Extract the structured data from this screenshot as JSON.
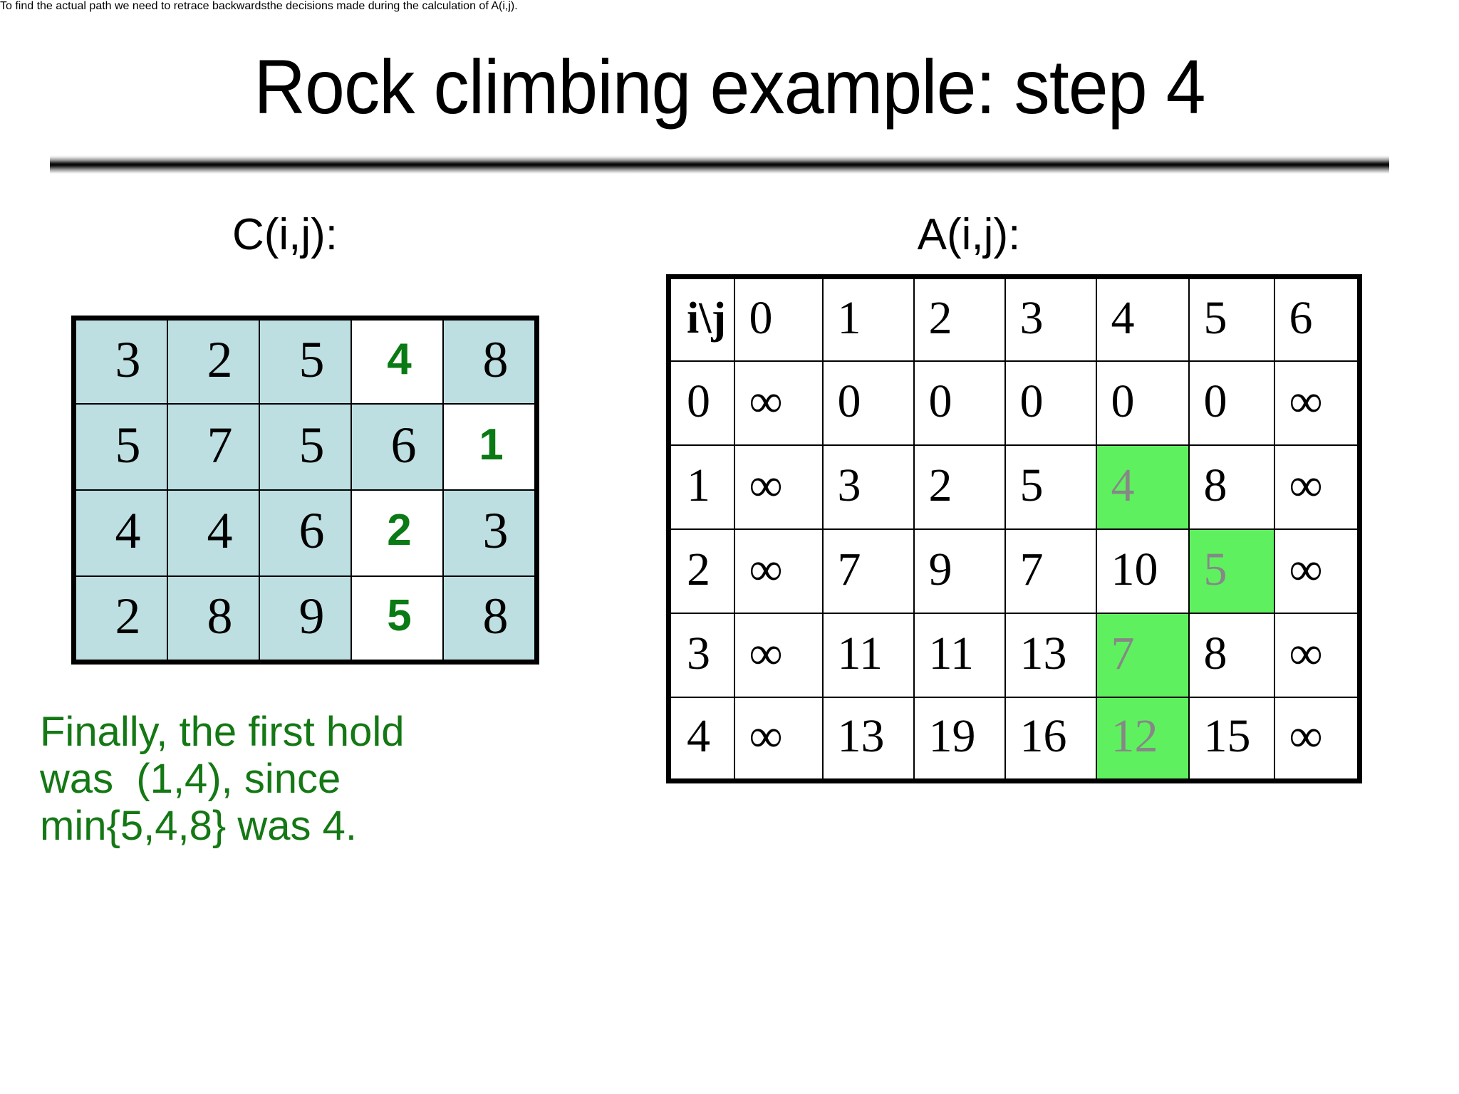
{
  "slide": {
    "title": "Rock climbing example: step 4"
  },
  "c_matrix": {
    "caption": "C(i,j):",
    "rows": [
      [
        {
          "value": "3",
          "chosen": false
        },
        {
          "value": "2",
          "chosen": false
        },
        {
          "value": "5",
          "chosen": false
        },
        {
          "value": "4",
          "chosen": true
        },
        {
          "value": "8",
          "chosen": false
        }
      ],
      [
        {
          "value": "5",
          "chosen": false
        },
        {
          "value": "7",
          "chosen": false
        },
        {
          "value": "5",
          "chosen": false
        },
        {
          "value": "6",
          "chosen": false
        },
        {
          "value": "1",
          "chosen": true
        }
      ],
      [
        {
          "value": "4",
          "chosen": false
        },
        {
          "value": "4",
          "chosen": false
        },
        {
          "value": "6",
          "chosen": false
        },
        {
          "value": "2",
          "chosen": true
        },
        {
          "value": "3",
          "chosen": false
        }
      ],
      [
        {
          "value": "2",
          "chosen": false
        },
        {
          "value": "8",
          "chosen": false
        },
        {
          "value": "9",
          "chosen": false
        },
        {
          "value": "5",
          "chosen": true
        },
        {
          "value": "8",
          "chosen": false
        }
      ]
    ],
    "note_line1": "Finally, the first hold",
    "note_line2": "was  (1,4), since",
    "note_line3": "min{5,4,8} was 4."
  },
  "a_matrix": {
    "caption": "A(i,j):",
    "corner_header": "i\\j",
    "col_headers": [
      "0",
      "1",
      "2",
      "3",
      "4",
      "5",
      "6"
    ],
    "rows": [
      {
        "row_header": "0",
        "cells": [
          {
            "value": "∞",
            "highlight": false
          },
          {
            "value": "0",
            "highlight": false
          },
          {
            "value": "0",
            "highlight": false
          },
          {
            "value": "0",
            "highlight": false
          },
          {
            "value": "0",
            "highlight": false
          },
          {
            "value": "0",
            "highlight": false
          },
          {
            "value": "∞",
            "highlight": false
          }
        ]
      },
      {
        "row_header": "1",
        "cells": [
          {
            "value": "∞",
            "highlight": false
          },
          {
            "value": "3",
            "highlight": false
          },
          {
            "value": "2",
            "highlight": false
          },
          {
            "value": "5",
            "highlight": false
          },
          {
            "value": "4",
            "highlight": true
          },
          {
            "value": "8",
            "highlight": false
          },
          {
            "value": "∞",
            "highlight": false
          }
        ]
      },
      {
        "row_header": "2",
        "cells": [
          {
            "value": "∞",
            "highlight": false
          },
          {
            "value": "7",
            "highlight": false
          },
          {
            "value": "9",
            "highlight": false
          },
          {
            "value": "7",
            "highlight": false
          },
          {
            "value": "10",
            "highlight": false
          },
          {
            "value": "5",
            "highlight": true
          },
          {
            "value": "∞",
            "highlight": false
          }
        ]
      },
      {
        "row_header": "3",
        "cells": [
          {
            "value": "∞",
            "highlight": false
          },
          {
            "value": "11",
            "highlight": false
          },
          {
            "value": "11",
            "highlight": false
          },
          {
            "value": "13",
            "highlight": false
          },
          {
            "value": "7",
            "highlight": true
          },
          {
            "value": "8",
            "highlight": false
          },
          {
            "value": "∞",
            "highlight": false
          }
        ]
      },
      {
        "row_header": "4",
        "cells": [
          {
            "value": "∞",
            "highlight": false
          },
          {
            "value": "13",
            "highlight": false
          },
          {
            "value": "19",
            "highlight": false
          },
          {
            "value": "16",
            "highlight": false
          },
          {
            "value": "12",
            "highlight": true
          },
          {
            "value": "15",
            "highlight": false
          },
          {
            "value": "∞",
            "highlight": false
          }
        ]
      }
    ]
  },
  "footer": {
    "line1": "To find the actual path we need to retrace backwards",
    "line2": "the decisions made during the calculation of A(i,j)."
  },
  "colors": {
    "c_cell_fill": "#bddfe2",
    "c_chosen_text": "#0a7a14",
    "a_highlight_fill": "#5ff05f",
    "a_highlight_text": "#878787",
    "note_green": "#147814",
    "border": "#000000"
  }
}
